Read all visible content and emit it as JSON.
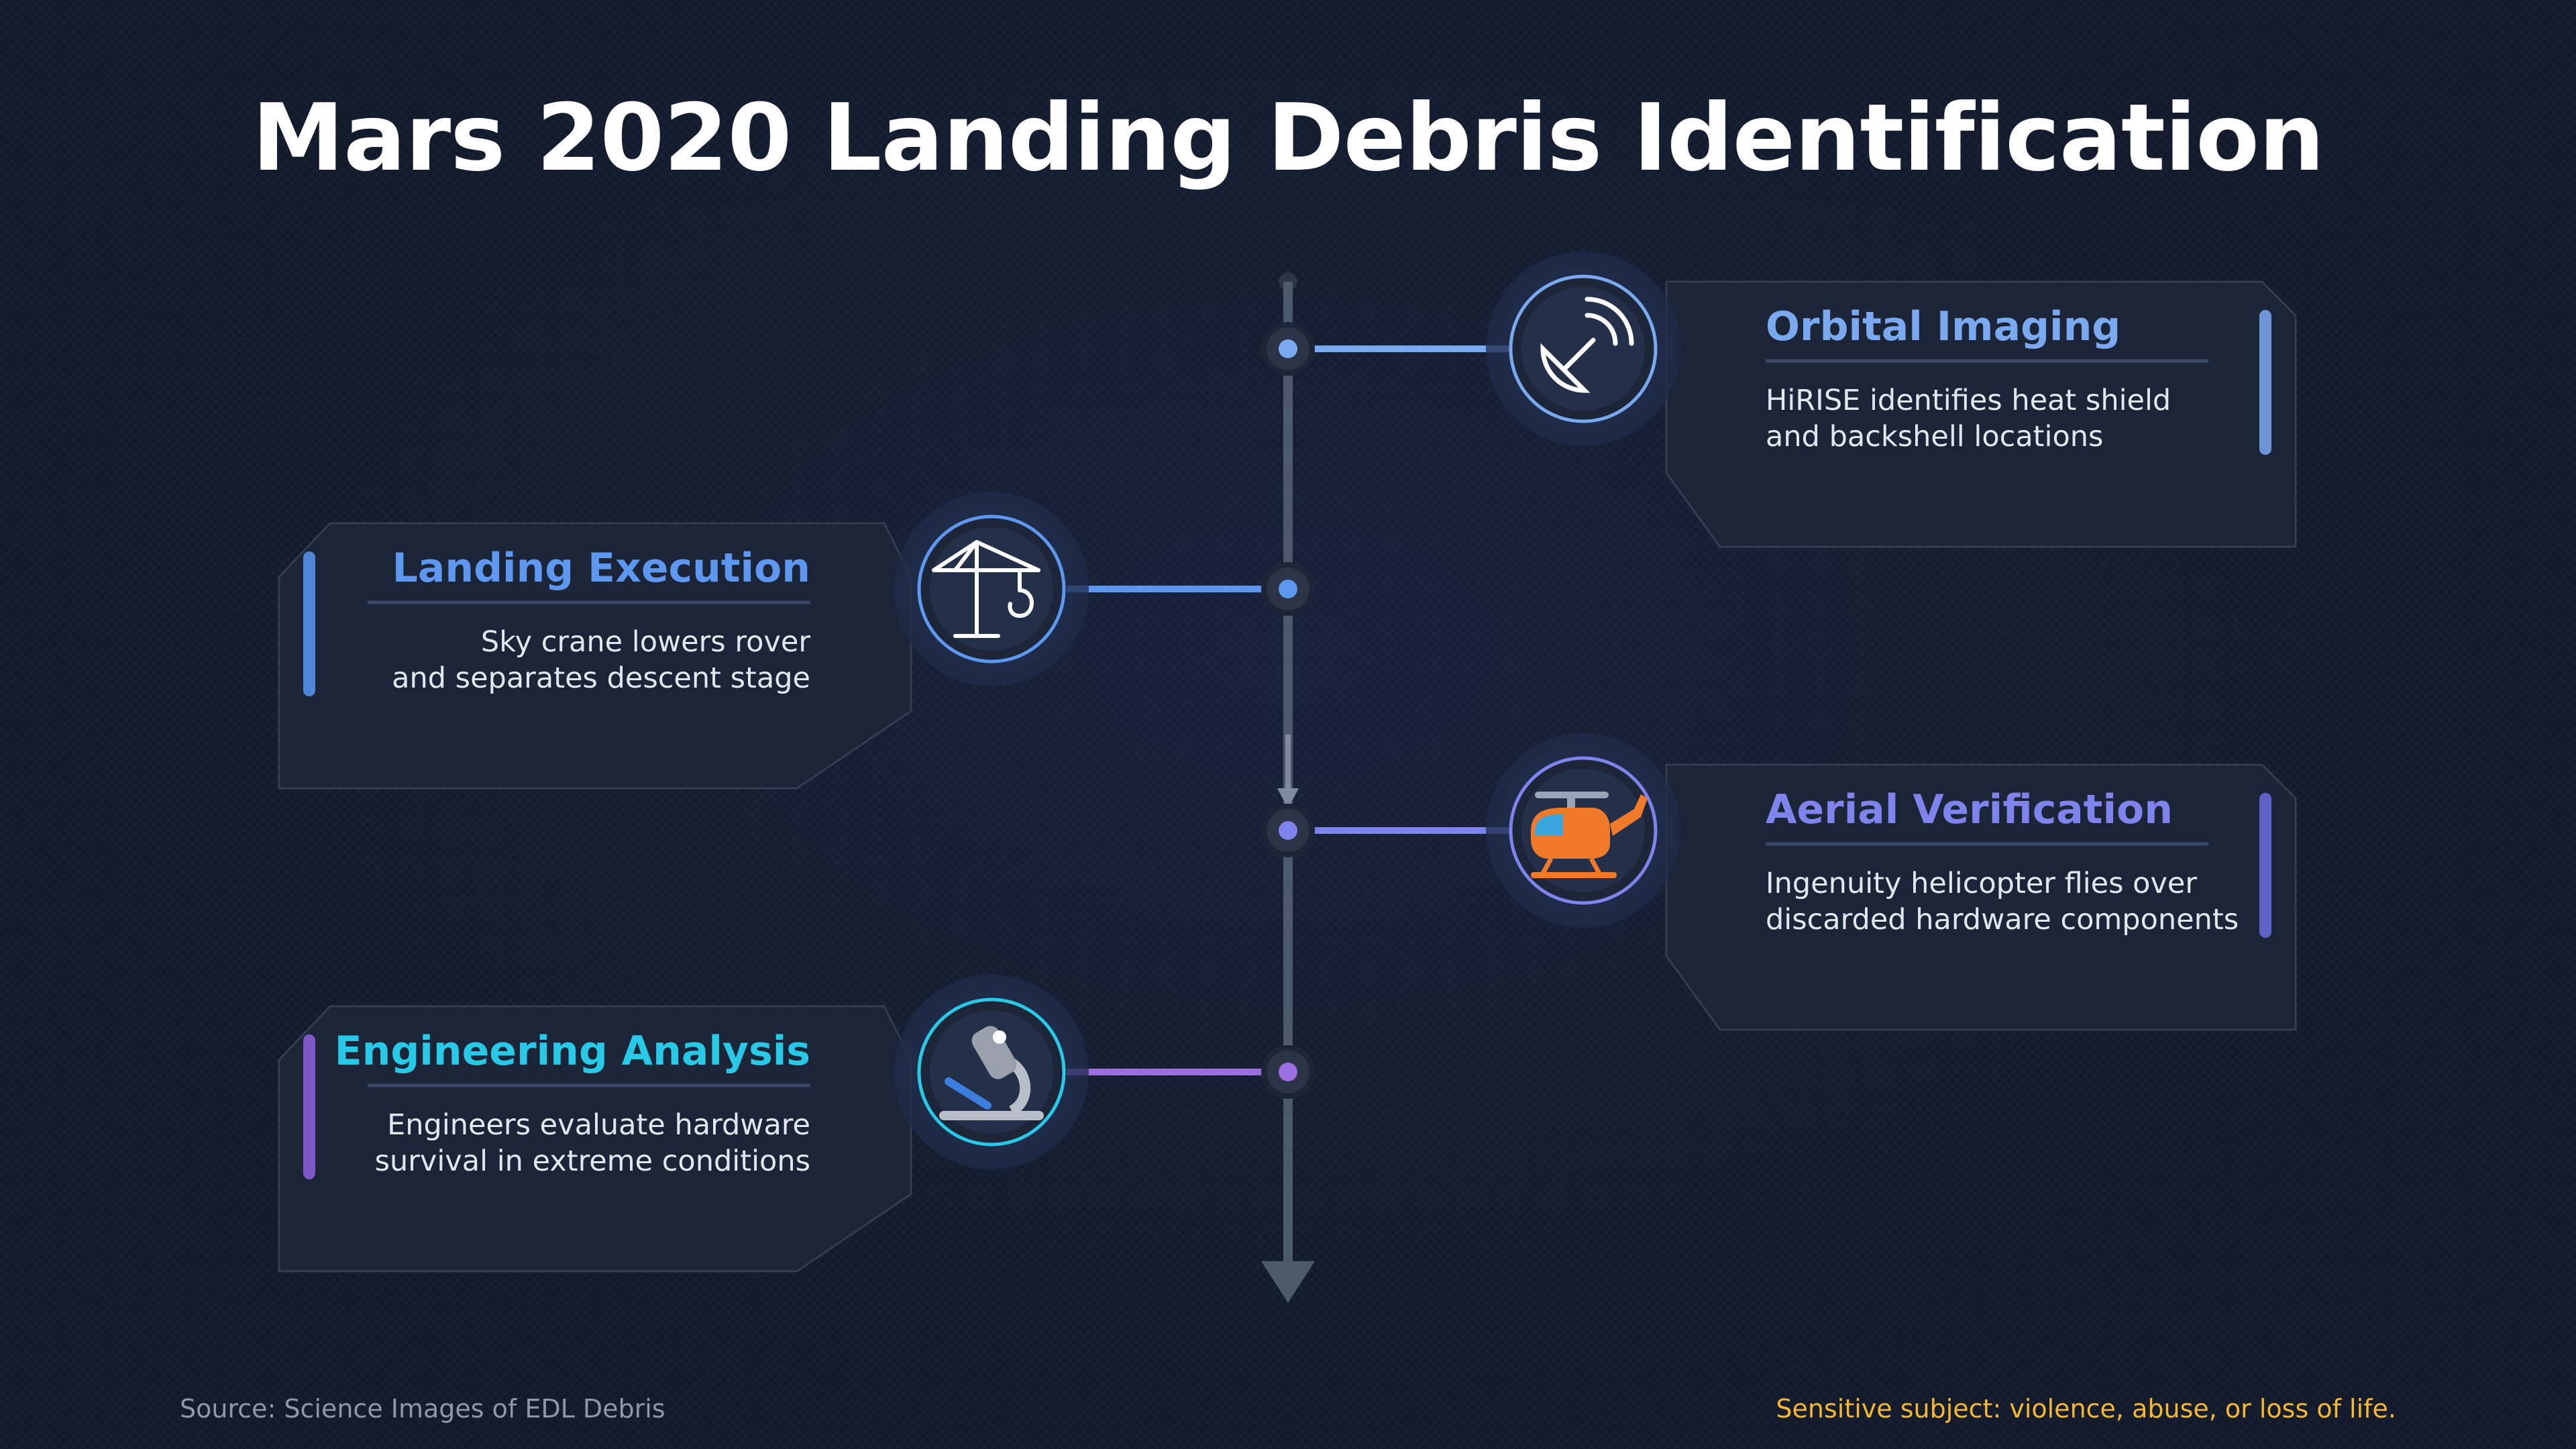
{
  "title": "Mars 2020 Landing Debris Identification",
  "colors": {
    "background": "#121a2b",
    "card": "#1c2537",
    "spine": "#4d5a6d",
    "orbital": "#7aa9f0",
    "landing": "#5d97f0",
    "aerial": "#7f83ec",
    "engineering": "#28c9e6",
    "warning": "#f5b82e"
  },
  "steps": [
    {
      "title": "Orbital Imaging",
      "desc_line1": "HiRISE identifies heat shield",
      "desc_line2": "and backshell locations",
      "icon": "satellite-dish-icon"
    },
    {
      "title": "Landing Execution",
      "desc_line1": "Sky crane lowers rover",
      "desc_line2": "and separates descent stage",
      "icon": "crane-icon"
    },
    {
      "title": "Aerial Verification",
      "desc_line1": "Ingenuity helicopter flies over",
      "desc_line2": "discarded hardware components",
      "icon": "helicopter-icon"
    },
    {
      "title": "Engineering Analysis",
      "desc_line1": "Engineers evaluate hardware",
      "desc_line2": "survival in extreme conditions",
      "icon": "microscope-icon"
    }
  ],
  "footer": {
    "source": "Source: Science Images of EDL Debris",
    "warning": "Sensitive subject: violence, abuse, or loss of life."
  }
}
